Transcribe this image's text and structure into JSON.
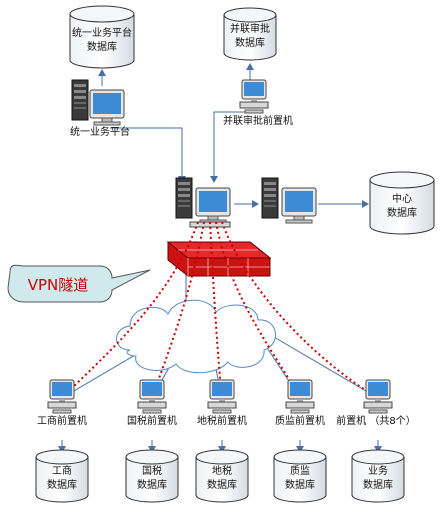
{
  "top_databases": {
    "unified_platform_db": {
      "line1": "统一业务平台",
      "line2": "数据库"
    },
    "joint_approval_db": {
      "line1": "并联审批",
      "line2": "数据库"
    }
  },
  "center_db": {
    "line1": "中心",
    "line2": "数据库"
  },
  "top_servers": {
    "unified_platform": "统一业务平台",
    "joint_approval_front": "并联审批前置机"
  },
  "vpn_label": "VPN隧道",
  "front_machines": [
    {
      "label": "工商前置机",
      "db_line1": "工商",
      "db_line2": "数据库"
    },
    {
      "label": "国税前置机",
      "db_line1": "国税",
      "db_line2": "数据库"
    },
    {
      "label": "地税前置机",
      "db_line1": "地税",
      "db_line2": "数据库"
    },
    {
      "label": "质监前置机",
      "db_line1": "质监",
      "db_line2": "数据库"
    },
    {
      "label": "前置机 （共8个）",
      "db_line1": "业务",
      "db_line2": "数据库"
    }
  ],
  "colors": {
    "firewall": "#cc1111",
    "vpn_line": "#cc0000",
    "link_line": "#4a6fa5",
    "vpn_bubble": "#cfe9ec"
  }
}
